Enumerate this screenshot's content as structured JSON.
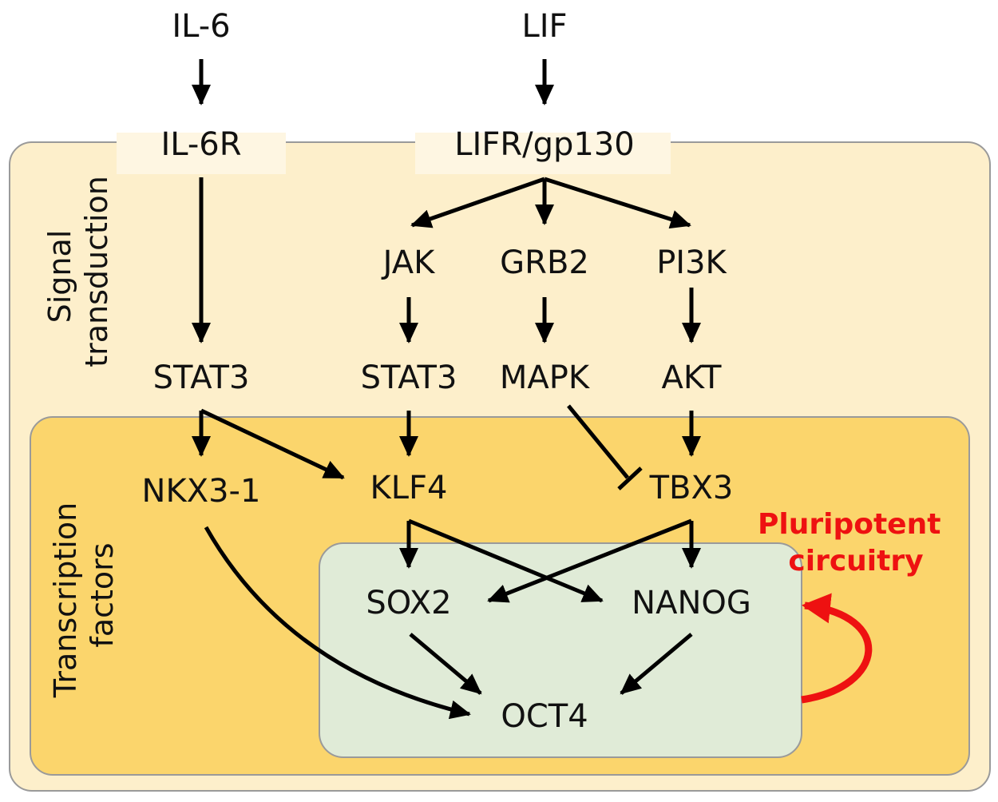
{
  "nodes": {
    "il6": "IL-6",
    "lif": "LIF",
    "il6r": "IL-6R",
    "lifr": "LIFR/gp130",
    "jak": "JAK",
    "grb2": "GRB2",
    "pi3k": "PI3K",
    "stat3_left": "STAT3",
    "stat3_mid": "STAT3",
    "mapk": "MAPK",
    "akt": "AKT",
    "nkx31": "NKX3-1",
    "klf4": "KLF4",
    "tbx3": "TBX3",
    "sox2": "SOX2",
    "nanog": "NANOG",
    "oct4": "OCT4"
  },
  "regions": {
    "signal": {
      "line1": "Signal",
      "line2": "transduction"
    },
    "tf": {
      "line1": "Transcription",
      "line2": "factors"
    },
    "circuitry": {
      "line1": "Pluripotent",
      "line2": "circuitry"
    }
  },
  "colors": {
    "signal_region": "#fdefcb",
    "tf_region": "#fbd56c",
    "core_region": "#e0ebd7",
    "receptor_highlight": "#fef6e2",
    "arrow": "#000000",
    "circuitry": "#ee1111"
  }
}
